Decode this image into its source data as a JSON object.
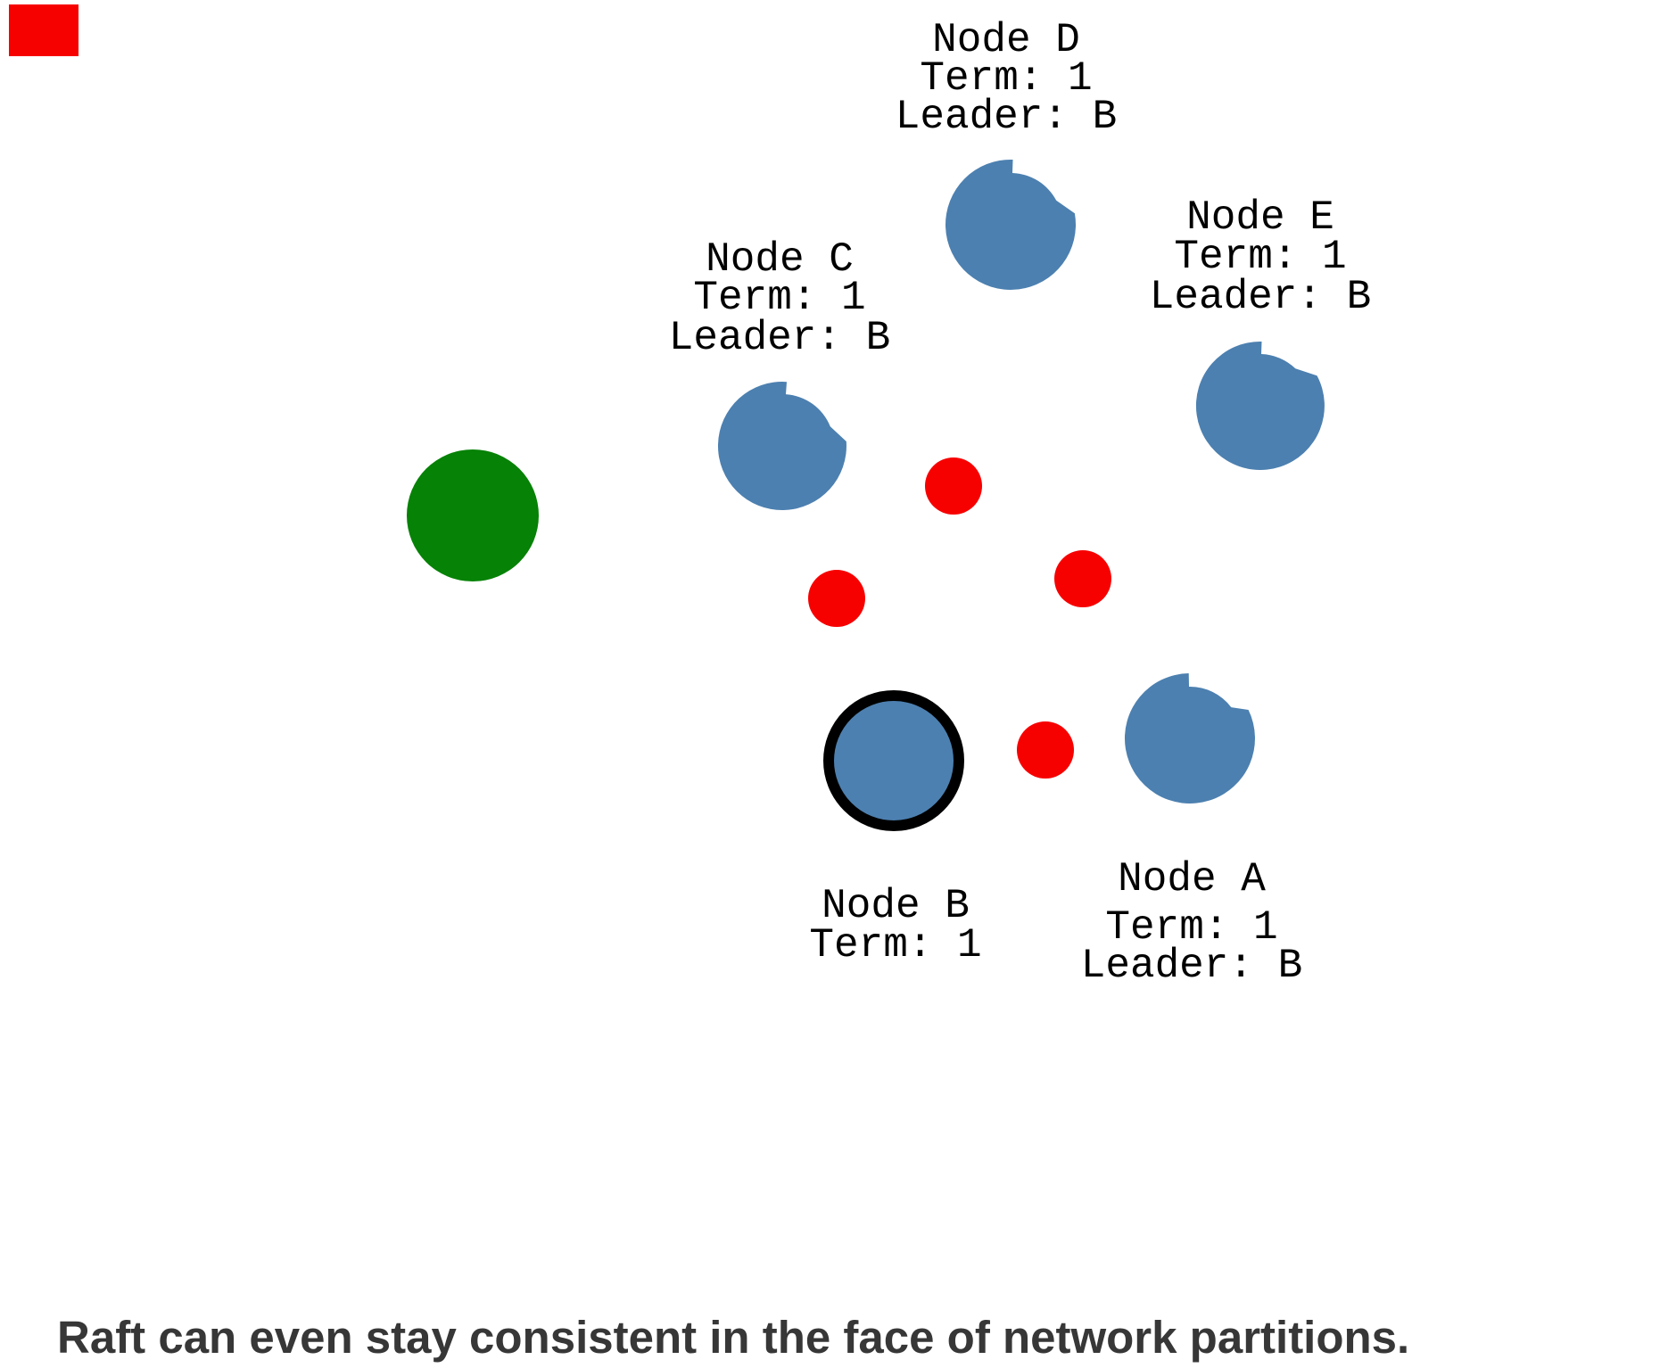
{
  "palette": {
    "node_blue": "#4C80B0",
    "leader_ring_black": "#000000",
    "client_green": "#068206",
    "message_red": "#F70000",
    "label_black": "#000000",
    "caption_gray": "#373737"
  },
  "nodes": {
    "d": {
      "lines": [
        "Node D",
        "Term: 1",
        "Leader: B"
      ]
    },
    "e": {
      "lines": [
        "Node E",
        "Term: 1",
        "Leader: B"
      ]
    },
    "c": {
      "lines": [
        "Node C",
        "Term: 1",
        "Leader: B"
      ]
    },
    "a": {
      "lines": [
        "Node A",
        "Term: 1",
        "Leader: B"
      ]
    },
    "b": {
      "lines": [
        "Node B",
        "Term: 1"
      ]
    }
  },
  "caption": {
    "text": "Raft can even stay consistent in the face of network partitions."
  }
}
